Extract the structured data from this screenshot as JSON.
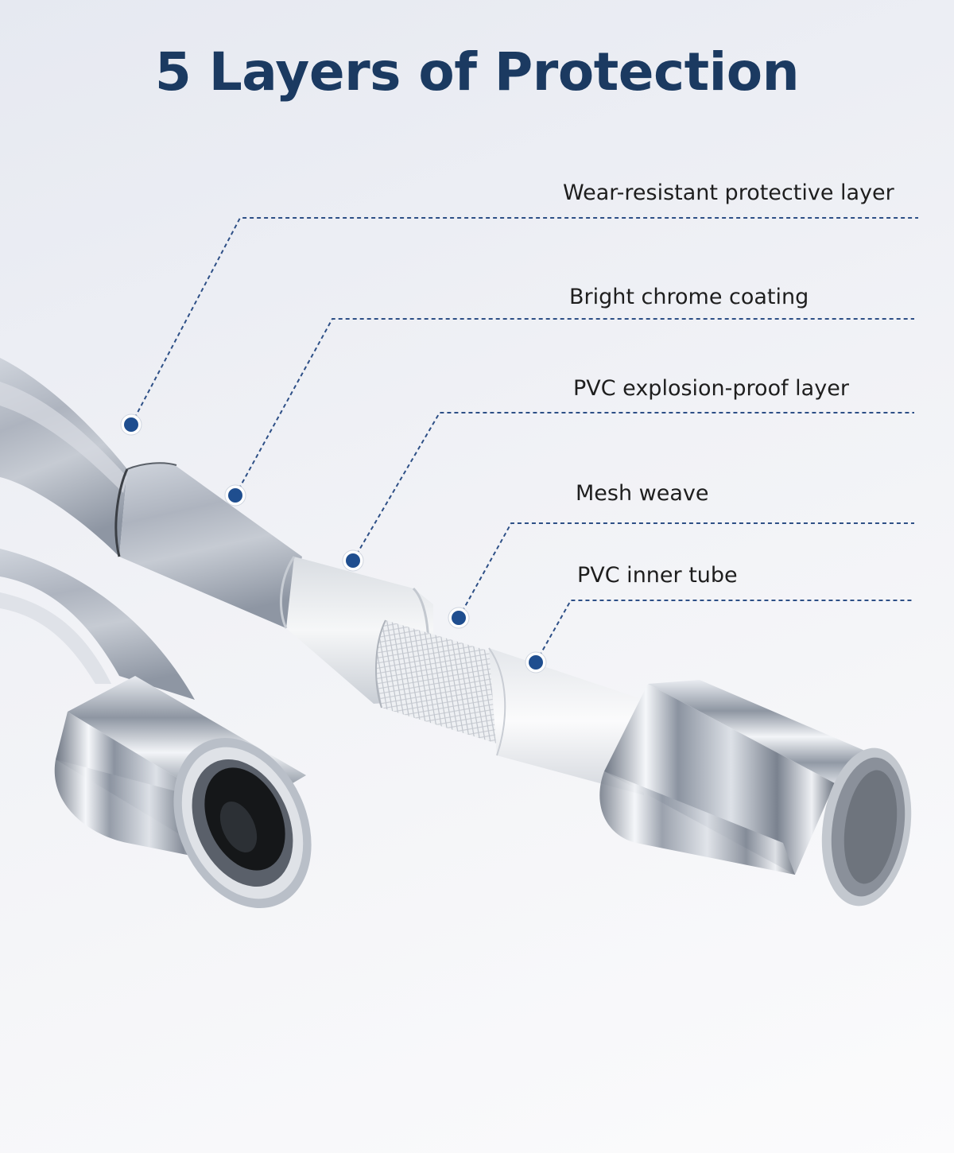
{
  "title": "5 Layers of Protection",
  "colors": {
    "title": "#1b3a61",
    "callout_line": "#2d4f86",
    "callout_dot": "#1f4e8f",
    "chrome_light": "#f4f6f9",
    "chrome_dark": "#7f8794",
    "hose_silver": "#b4bac5",
    "pvc_white": "#e8ebee"
  },
  "callouts": [
    {
      "label": "Wear-resistant protective layer",
      "icon": "layer-marker-dot"
    },
    {
      "label": "Bright chrome coating",
      "icon": "layer-marker-dot"
    },
    {
      "label": "PVC explosion-proof layer",
      "icon": "layer-marker-dot"
    },
    {
      "label": "Mesh weave",
      "icon": "layer-marker-dot"
    },
    {
      "label": "PVC inner tube",
      "icon": "layer-marker-dot"
    }
  ]
}
